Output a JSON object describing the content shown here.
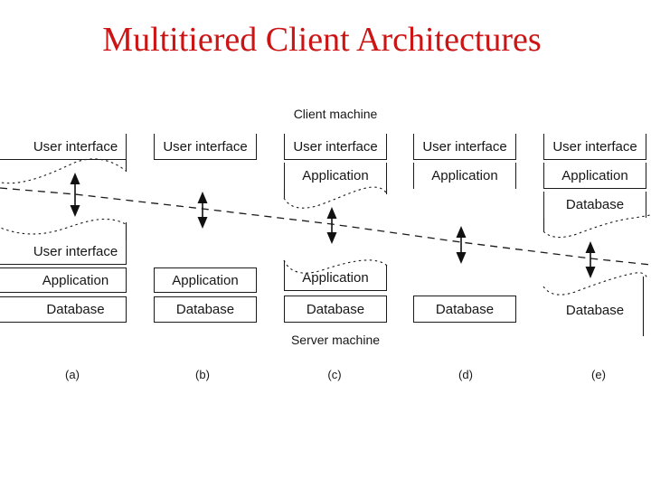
{
  "title": {
    "text": "Multitiered Client Architectures",
    "color": "#cc1414"
  },
  "diagram": {
    "client_machine_label": "Client machine",
    "server_machine_label": "Server machine",
    "line_color": "#1a1a1a",
    "columns": [
      {
        "caption": "(a)",
        "client": [
          "User interface"
        ],
        "server": [
          "User interface",
          "Application",
          "Database"
        ]
      },
      {
        "caption": "(b)",
        "client": [
          "User interface"
        ],
        "server": [
          "Application",
          "Database"
        ]
      },
      {
        "caption": "(c)",
        "client": [
          "User interface",
          "Application"
        ],
        "server": [
          "Application",
          "Database"
        ]
      },
      {
        "caption": "(d)",
        "client": [
          "User interface",
          "Application"
        ],
        "server": [
          "Database"
        ]
      },
      {
        "caption": "(e)",
        "client": [
          "User interface",
          "Application",
          "Database"
        ],
        "server": [
          "Database"
        ]
      }
    ]
  }
}
